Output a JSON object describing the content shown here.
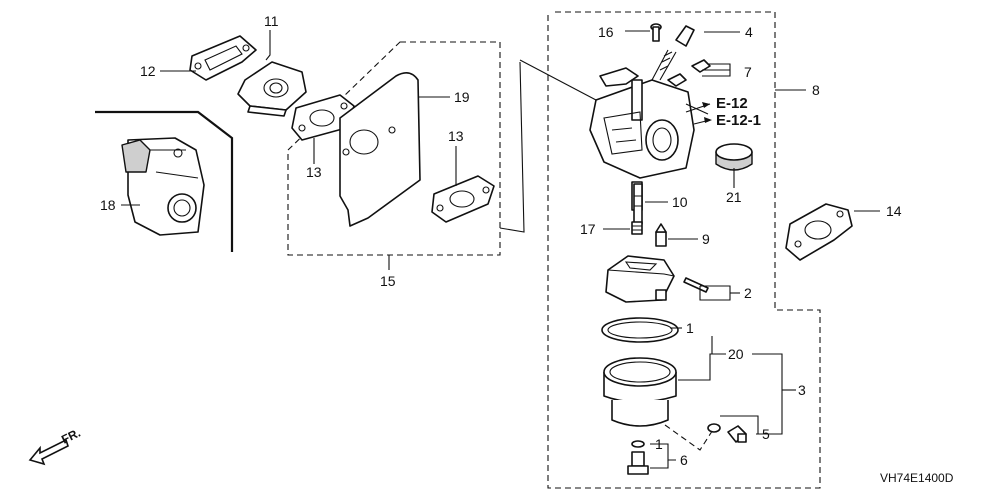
{
  "callouts": {
    "c1a": "1",
    "c1b": "1",
    "c2": "2",
    "c3": "3",
    "c4": "4",
    "c5": "5",
    "c6": "6",
    "c7": "7",
    "c8": "8",
    "c9": "9",
    "c10": "10",
    "c11": "11",
    "c12": "12",
    "c13a": "13",
    "c13b": "13",
    "c14": "14",
    "c15": "15",
    "c16": "16",
    "c17": "17",
    "c18": "18",
    "c19": "19",
    "c20": "20",
    "c21": "21"
  },
  "refs": {
    "e12": "E-12",
    "e121": "E-12-1"
  },
  "direction_label": "FR.",
  "drawing_code": "VH74E1400D"
}
